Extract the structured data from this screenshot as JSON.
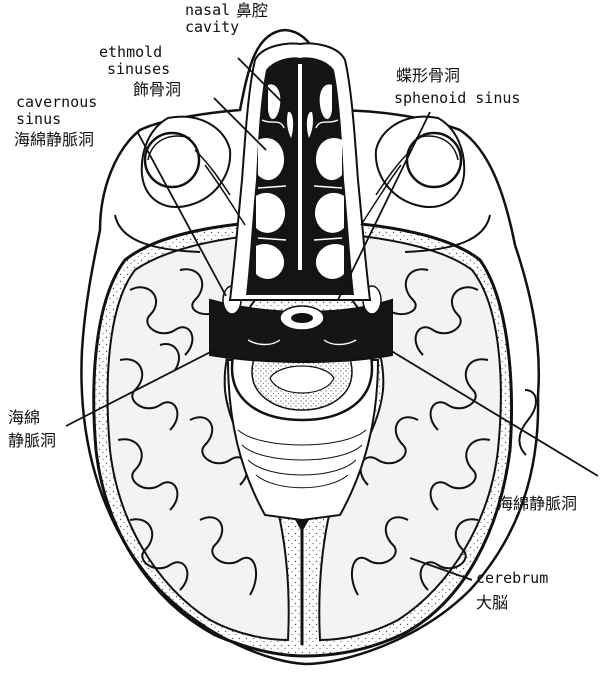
{
  "labels": {
    "nasal_cavity": {
      "en": [
        "nasal",
        "cavity"
      ],
      "ja": "鼻腔"
    },
    "ethmoid_sinuses": {
      "en": [
        "ethmold",
        "sinuses"
      ],
      "ja": "飾骨洞"
    },
    "cavernous_sinus_left": {
      "en": [
        "cavernous",
        "sinus"
      ],
      "ja": "海綿静脈洞"
    },
    "sphenoid_sinus": {
      "ja": "蝶形骨洞",
      "en": "sphenoid sinus"
    },
    "cavernous_sinus_lower_left": {
      "ja": [
        "海綿",
        "静脈洞"
      ]
    },
    "cavernous_sinus_right": {
      "ja": "海綿静脈洞"
    },
    "cerebrum": {
      "en": "cerebrum",
      "ja": "大脳"
    }
  },
  "colors": {
    "ink": "#111111",
    "paper": "#ffffff",
    "stipple": "#6b6b6b",
    "sinus_fill": "#141414"
  }
}
